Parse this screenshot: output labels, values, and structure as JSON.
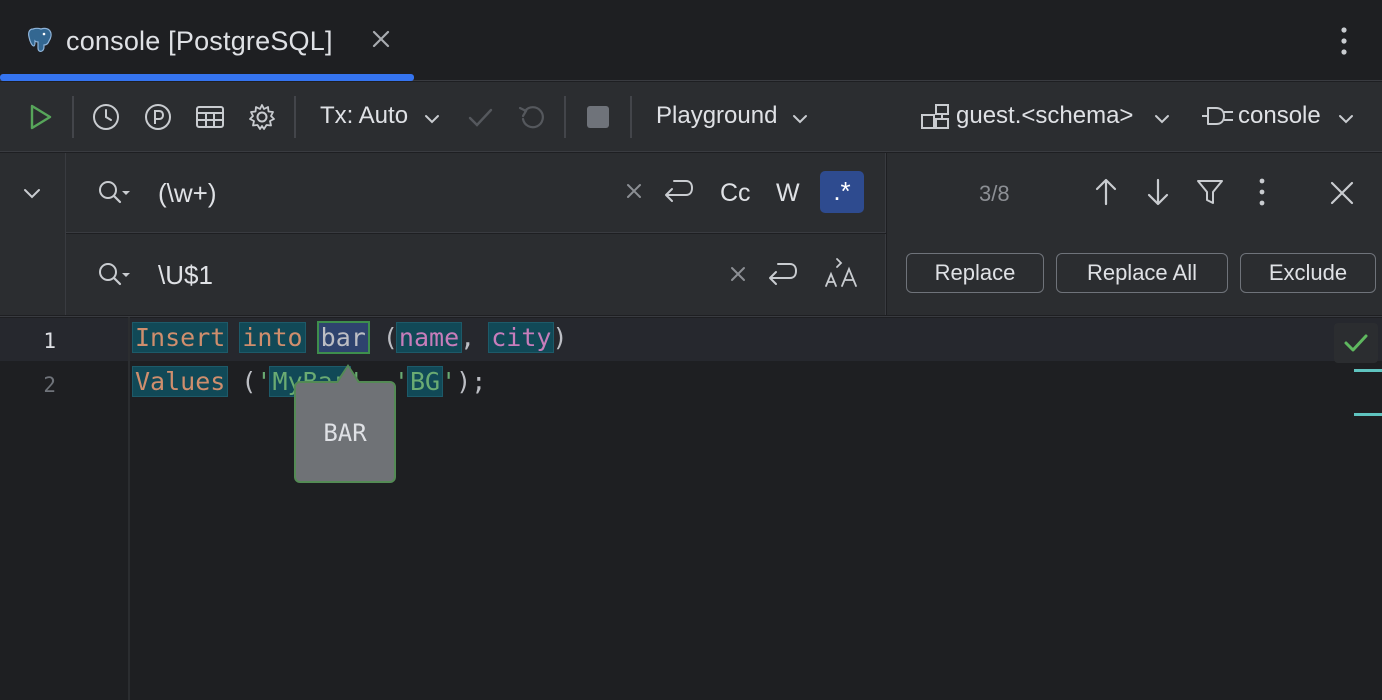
{
  "tab": {
    "title": "console [PostgreSQL]"
  },
  "toolbar": {
    "tx_label": "Tx: Auto",
    "mode_label": "Playground",
    "schema_label": "guest.<schema>",
    "session_label": "console"
  },
  "search": {
    "find_value": "(\\w+)",
    "replace_value": "\\U$1",
    "case_label": "Cc",
    "words_label": "W",
    "regex_label": ".*",
    "match_count": "3/8",
    "replace_button": "Replace",
    "replace_all_button": "Replace All",
    "exclude_button": "Exclude"
  },
  "editor": {
    "line_numbers": [
      "1",
      "2"
    ],
    "line1": {
      "kw1": "Insert",
      "kw2": "into",
      "table": "bar",
      "open": " (",
      "col1": "name",
      "comma": ", ",
      "col2": "city",
      "close": ")"
    },
    "line2": {
      "kw": "Values",
      "open": " (",
      "q1": "'",
      "s1": "MyBar",
      "q2": "'",
      "comma": ", ",
      "q3": "'",
      "s2": "BG",
      "q4": "'",
      "close": ");"
    },
    "tooltip": "BAR"
  },
  "colors": {
    "accent": "#3574f0",
    "keyword": "#cf8e6d",
    "identifier": "#c77dbb",
    "string": "#6aab73",
    "match_highlight": "#114957",
    "ok": "#5fb85f"
  }
}
